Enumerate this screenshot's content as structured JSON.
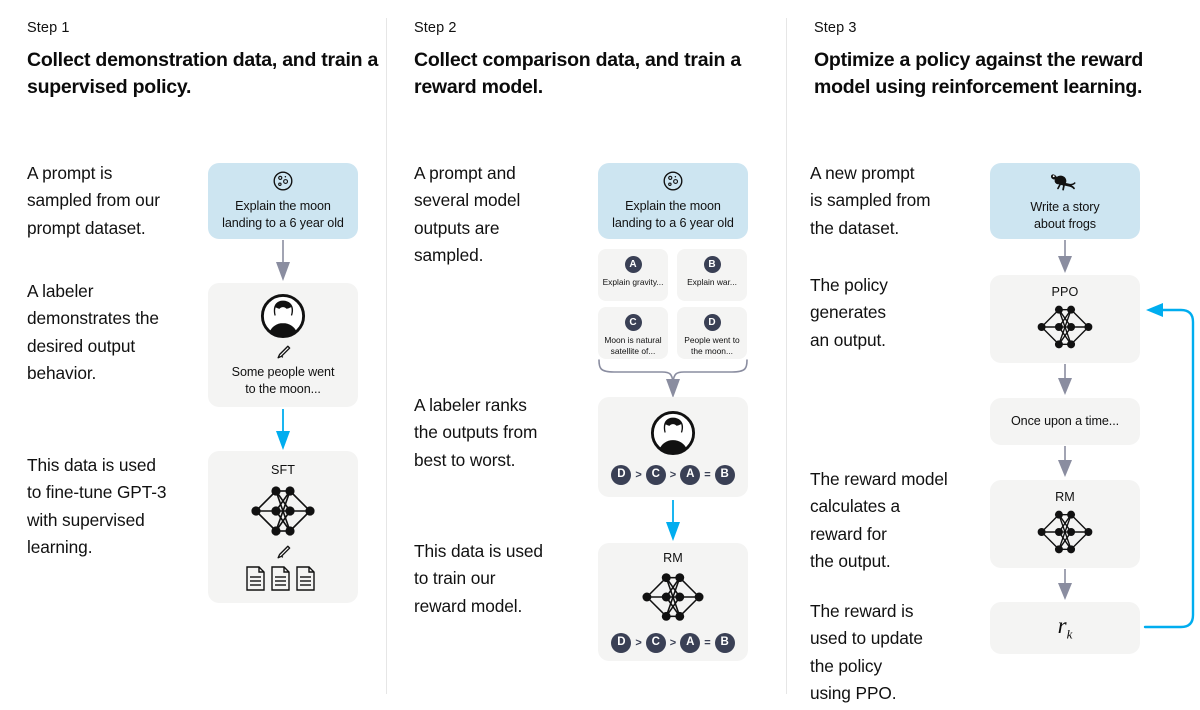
{
  "meta": {
    "diagram_title": "RLHF three-step training diagram",
    "colors": {
      "background": "#ffffff",
      "card_gray": "#f4f4f3",
      "card_blue": "#cde5f1",
      "arrow_gray": "#8a8da0",
      "arrow_blue": "#00adef",
      "badge_navy": "#3a4055",
      "divider": "#e6e6e6",
      "text": "#111111"
    }
  },
  "columns": [
    {
      "step_label": "Step 1",
      "title": "Collect demonstration data,\nand train a supervised policy.",
      "captions": [
        "A prompt is\nsampled from our\nprompt dataset.",
        "A labeler\ndemonstrates the\ndesired output\nbehavior.",
        "This data is used\nto fine-tune GPT-3\nwith supervised\nlearning."
      ],
      "cards": [
        {
          "kind": "prompt",
          "icon": "moon-icon",
          "text": "Explain the moon\nlanding to a 6 year old"
        },
        {
          "kind": "labeler",
          "icon": "person-icon",
          "secondary_icon": "pencil-icon",
          "text": "Some people went\nto the moon..."
        },
        {
          "kind": "model",
          "title": "SFT",
          "icon": "neural-network-icon",
          "secondary_icon": "pencil-icon",
          "tertiary_icon": "documents-icon"
        }
      ],
      "arrows": [
        {
          "color": "gray"
        },
        {
          "color": "blue"
        }
      ]
    },
    {
      "step_label": "Step 2",
      "title": "Collect comparison data,\nand train a reward model.",
      "captions": [
        "A prompt and\nseveral model\noutputs are\nsampled.",
        "A labeler ranks\nthe outputs from\nbest to worst.",
        "This data is used\nto train our\nreward model."
      ],
      "cards": [
        {
          "kind": "prompt",
          "icon": "moon-icon",
          "text": "Explain the moon\nlanding to a 6 year old"
        },
        {
          "kind": "outputs",
          "options": [
            {
              "badge": "A",
              "text": "Explain gravity..."
            },
            {
              "badge": "B",
              "text": "Explain war..."
            },
            {
              "badge": "C",
              "text": "Moon is natural\nsatellite of..."
            },
            {
              "badge": "D",
              "text": "People went to\nthe moon..."
            }
          ]
        },
        {
          "kind": "labeler-rank",
          "icon": "person-icon",
          "ranking": [
            {
              "badge": "D",
              "op": ">"
            },
            {
              "badge": "C",
              "op": ">"
            },
            {
              "badge": "A",
              "op": "="
            },
            {
              "badge": "B",
              "op": ""
            }
          ]
        },
        {
          "kind": "model-rank",
          "title": "RM",
          "icon": "neural-network-icon",
          "ranking": [
            {
              "badge": "D",
              "op": ">"
            },
            {
              "badge": "C",
              "op": ">"
            },
            {
              "badge": "A",
              "op": "="
            },
            {
              "badge": "B",
              "op": ""
            }
          ]
        }
      ],
      "arrows": [
        {
          "color": "gray",
          "shape": "brace-merge"
        },
        {
          "color": "blue"
        }
      ]
    },
    {
      "step_label": "Step 3",
      "title": "Optimize a policy against\nthe reward model using\nreinforcement learning.",
      "captions": [
        "A new prompt\nis sampled from\nthe dataset.",
        "The policy\ngenerates\nan output.",
        "The reward model\ncalculates a\nreward for\nthe output.",
        "The reward is\nused to update\nthe policy\nusing PPO."
      ],
      "cards": [
        {
          "kind": "prompt",
          "icon": "frog-icon",
          "text": "Write a story\nabout frogs"
        },
        {
          "kind": "model",
          "title": "PPO",
          "icon": "neural-network-icon"
        },
        {
          "kind": "output",
          "text": "Once upon a time..."
        },
        {
          "kind": "model",
          "title": "RM",
          "icon": "neural-network-icon"
        },
        {
          "kind": "reward",
          "symbol": "r",
          "subscript": "k"
        }
      ],
      "arrows": [
        {
          "color": "gray"
        },
        {
          "color": "gray"
        },
        {
          "color": "gray"
        },
        {
          "color": "gray"
        },
        {
          "color": "blue",
          "shape": "feedback-loop"
        }
      ]
    }
  ]
}
